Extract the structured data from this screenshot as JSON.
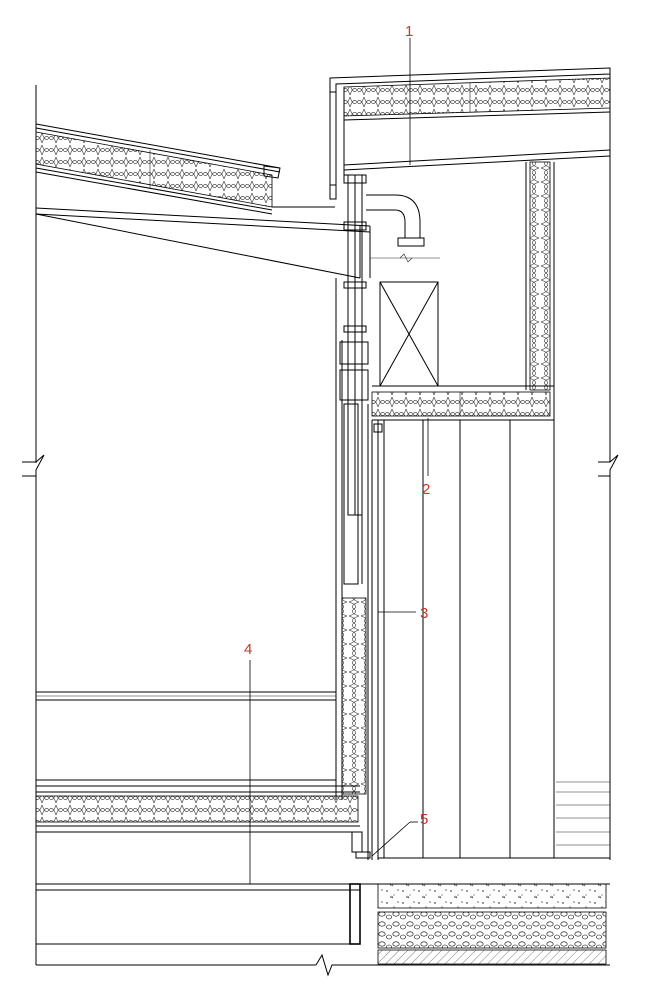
{
  "callouts": [
    {
      "id": "1",
      "label": "1"
    },
    {
      "id": "2",
      "label": "2"
    },
    {
      "id": "3",
      "label": "3"
    },
    {
      "id": "4",
      "label": "4"
    },
    {
      "id": "5",
      "label": "5"
    }
  ],
  "colors": {
    "callout_text": "#c0392b",
    "linework": "#000000",
    "background": "#ffffff"
  }
}
